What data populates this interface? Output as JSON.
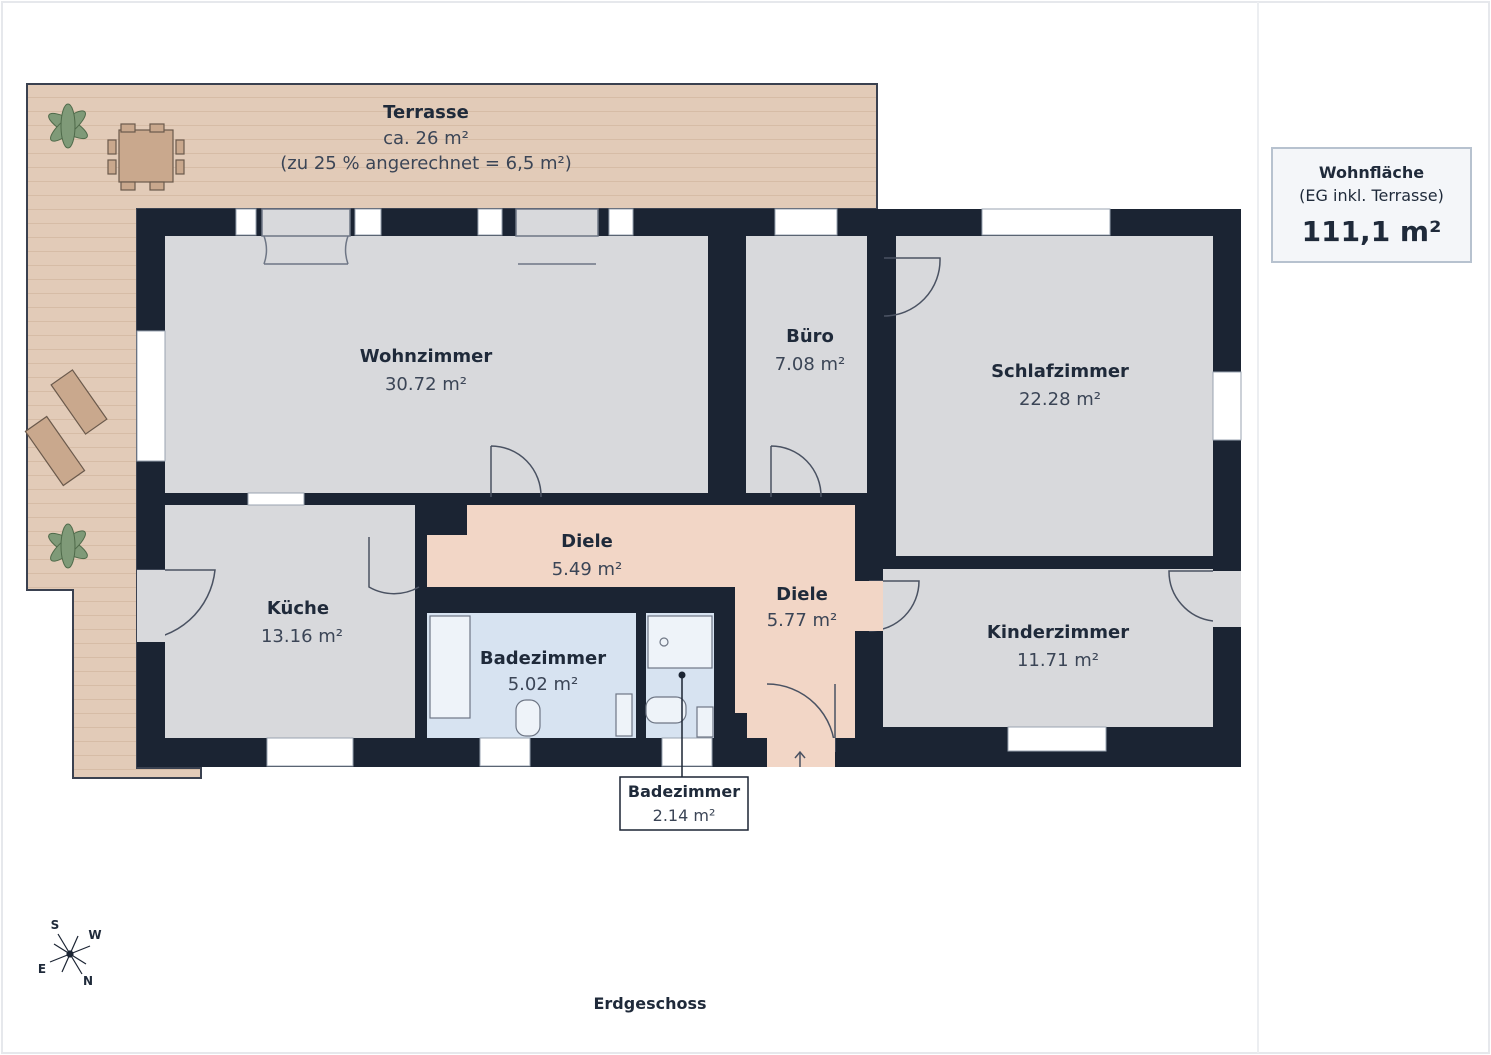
{
  "summary": {
    "title": "Wohnfläche",
    "subtitle": "(EG inkl. Terrasse)",
    "value": "111,1 m²"
  },
  "terrace": {
    "name": "Terrasse",
    "area": "ca. 26 m²",
    "note": "(zu 25 % angerechnet = 6,5 m²)"
  },
  "rooms": {
    "wohnzimmer": {
      "name": "Wohnzimmer",
      "area": "30.72 m²"
    },
    "buero": {
      "name": "Büro",
      "area": "7.08 m²"
    },
    "schlafzimmer": {
      "name": "Schlafzimmer",
      "area": "22.28 m²"
    },
    "kueche": {
      "name": "Küche",
      "area": "13.16 m²"
    },
    "diele1": {
      "name": "Diele",
      "area": "5.49 m²"
    },
    "diele2": {
      "name": "Diele",
      "area": "5.77 m²"
    },
    "badezimmer1": {
      "name": "Badezimmer",
      "area": "5.02 m²"
    },
    "badezimmer2": {
      "name": "Badezimmer",
      "area": "2.14 m²"
    },
    "kinderzimmer": {
      "name": "Kinderzimmer",
      "area": "11.71 m²"
    }
  },
  "floor": "Erdgeschoss",
  "compass": {
    "s": "S",
    "w": "W",
    "e": "E",
    "n": "N"
  },
  "colors": {
    "wall": "#1b2433",
    "room": "#d8d9dc",
    "hall": "#f2d6c6",
    "bath": "#d7e3f1",
    "terrace": "#e2cbb8"
  }
}
